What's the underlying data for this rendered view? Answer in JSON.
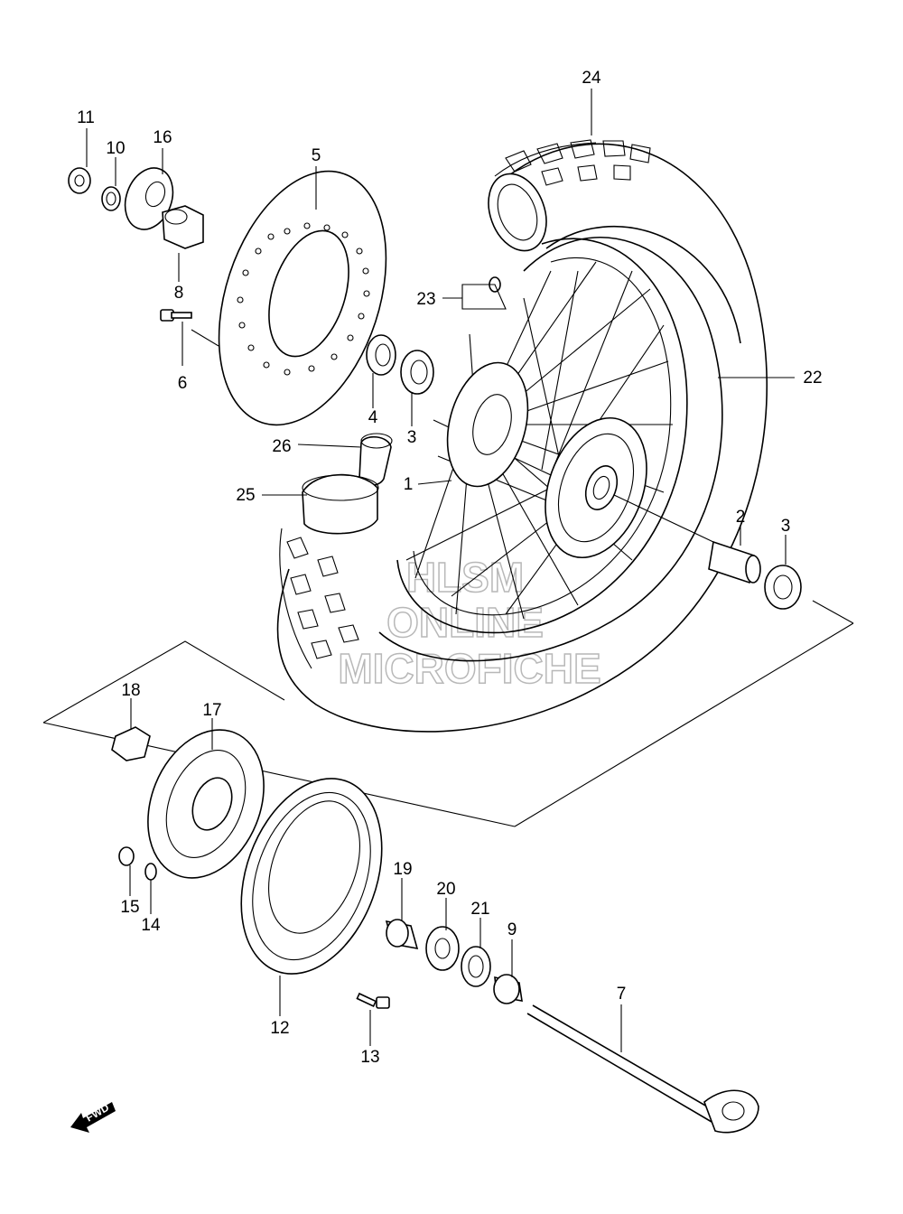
{
  "watermark": {
    "line1": "HLSM",
    "line2": "ONLINE",
    "line3": "MICROFICHE"
  },
  "fwd_label": "FWD",
  "callouts": [
    {
      "id": "c1",
      "text": "1"
    },
    {
      "id": "c2",
      "text": "2"
    },
    {
      "id": "c3a",
      "text": "3"
    },
    {
      "id": "c3b",
      "text": "3"
    },
    {
      "id": "c4",
      "text": "4"
    },
    {
      "id": "c5",
      "text": "5"
    },
    {
      "id": "c6",
      "text": "6"
    },
    {
      "id": "c7",
      "text": "7"
    },
    {
      "id": "c8",
      "text": "8"
    },
    {
      "id": "c9",
      "text": "9"
    },
    {
      "id": "c10",
      "text": "10"
    },
    {
      "id": "c11",
      "text": "11"
    },
    {
      "id": "c12",
      "text": "12"
    },
    {
      "id": "c13",
      "text": "13"
    },
    {
      "id": "c14",
      "text": "14"
    },
    {
      "id": "c15",
      "text": "15"
    },
    {
      "id": "c16",
      "text": "16"
    },
    {
      "id": "c17",
      "text": "17"
    },
    {
      "id": "c18",
      "text": "18"
    },
    {
      "id": "c19",
      "text": "19"
    },
    {
      "id": "c20",
      "text": "20"
    },
    {
      "id": "c21",
      "text": "21"
    },
    {
      "id": "c22",
      "text": "22"
    },
    {
      "id": "c23",
      "text": "23"
    },
    {
      "id": "c24",
      "text": "24"
    },
    {
      "id": "c25",
      "text": "25"
    },
    {
      "id": "c26",
      "text": "26"
    }
  ]
}
